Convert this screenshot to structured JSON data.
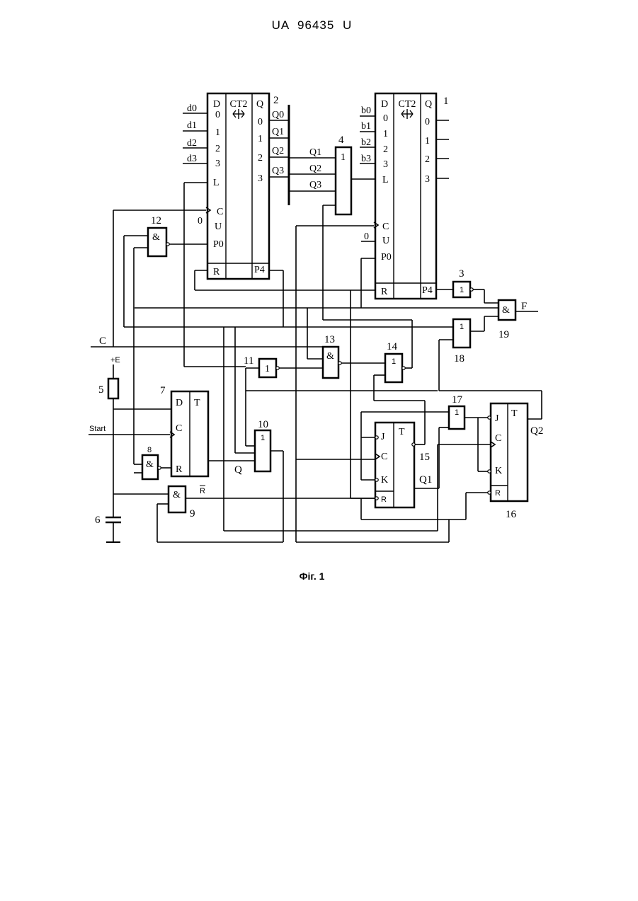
{
  "header": "UA   96435   U",
  "caption": "Фіг. 1",
  "elements": {
    "n1": "1",
    "n2": "2",
    "n3": "3",
    "n4": "4",
    "n5": "5",
    "n6": "6",
    "n7": "7",
    "n8": "8",
    "n9": "9",
    "n10": "10",
    "n11": "11",
    "n12": "12",
    "n13": "13",
    "n14": "14",
    "n15": "15",
    "n16": "16",
    "n17": "17",
    "n18": "18",
    "n19": "19"
  },
  "counter": {
    "title": "CT2",
    "D": "D",
    "Q": "Q",
    "d0": "0",
    "d1": "1",
    "d2": "2",
    "d3": "3",
    "q0": "0",
    "q1": "1",
    "q2": "2",
    "q3": "3",
    "L": "L",
    "C": "C",
    "U": "U",
    "P0": "P0",
    "R": "R",
    "P4": "P4",
    "zero": "0"
  },
  "inputs_d": [
    "d0",
    "d1",
    "d2",
    "d3"
  ],
  "inputs_b": [
    "b0",
    "b1",
    "b2",
    "b3"
  ],
  "bus": [
    "Q0",
    "Q1",
    "Q2",
    "Q3"
  ],
  "or4_in": [
    "Q1",
    "Q2",
    "Q3"
  ],
  "gates": {
    "and": "&",
    "or": "1",
    "not": "1"
  },
  "trigger": {
    "T": "T",
    "D": "D",
    "C": "C",
    "R": "R",
    "J": "J",
    "K": "K"
  },
  "signals": {
    "C": "C",
    "F": "F",
    "E": "+E",
    "start": "Start",
    "Q": "Q",
    "Rbar": "R",
    "Q1": "Q1",
    "Q2": "Q2"
  }
}
